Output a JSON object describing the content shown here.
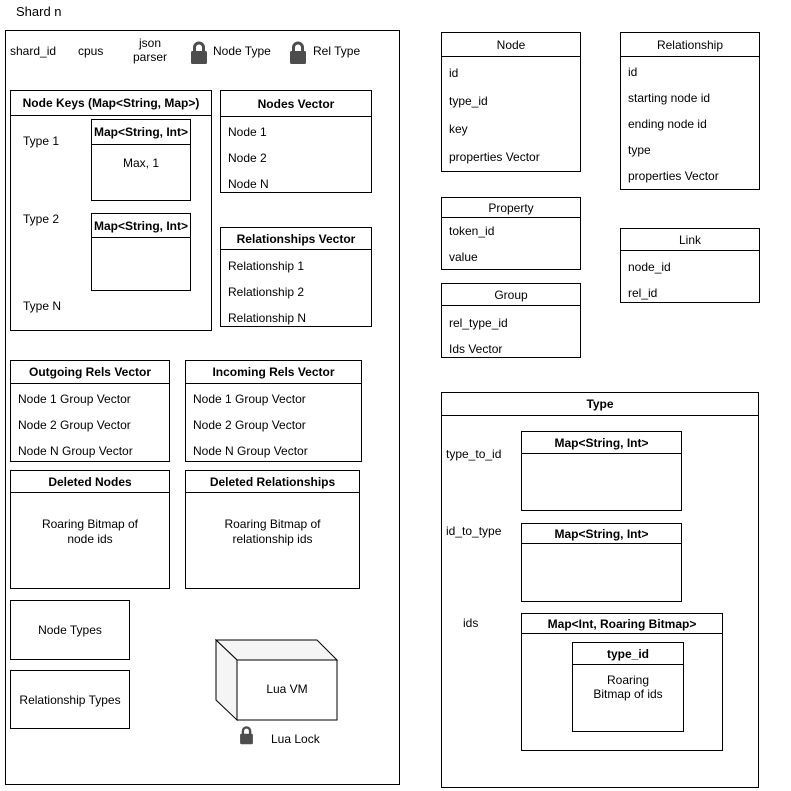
{
  "title": "Shard n",
  "colors": {
    "stroke": "#000000",
    "lock": "#4d4d4d",
    "cube_shade": "#f5f5f5"
  },
  "header": {
    "shard_id": "shard_id",
    "cpus": "cpus",
    "json_parser": "json\nparser",
    "node_type_label": "Node Type",
    "rel_type_label": "Rel Type"
  },
  "node_keys": {
    "title": "Node Keys (Map<String, Map>)",
    "type_1": "Type 1",
    "type_2": "Type 2",
    "type_n": "Type N",
    "map_1_title": "Map<String, Int>",
    "map_1_value": "Max, 1",
    "map_2_title": "Map<String, Int>"
  },
  "nodes_vector": {
    "title": "Nodes Vector",
    "items": [
      "Node 1",
      "Node 2",
      "Node N"
    ]
  },
  "relationships_vector": {
    "title": "Relationships Vector",
    "items": [
      "Relationship 1",
      "Relationship 2",
      "Relationship N"
    ]
  },
  "outgoing_rels": {
    "title": "Outgoing Rels Vector",
    "items": [
      "Node 1 Group Vector",
      "Node 2 Group Vector",
      "Node N Group Vector"
    ]
  },
  "incoming_rels": {
    "title": "Incoming Rels Vector",
    "items": [
      "Node 1 Group Vector",
      "Node 2 Group Vector",
      "Node N Group Vector"
    ]
  },
  "deleted_nodes": {
    "title": "Deleted Nodes",
    "body": "Roaring Bitmap of\nnode ids"
  },
  "deleted_relationships": {
    "title": "Deleted Relationships",
    "body": "Roaring Bitmap of\nrelationship ids"
  },
  "node_types": {
    "label": "Node Types"
  },
  "relationship_types": {
    "label": "Relationship Types"
  },
  "lua": {
    "vm_label": "Lua VM",
    "lock_label": "Lua Lock"
  },
  "node": {
    "title": "Node",
    "fields": [
      "id",
      "type_id",
      "key",
      "properties Vector"
    ]
  },
  "relationship": {
    "title": "Relationship",
    "fields": [
      "id",
      "starting node id",
      "ending node id",
      "type",
      "properties Vector"
    ]
  },
  "property": {
    "title": "Property",
    "fields": [
      "token_id",
      "value"
    ]
  },
  "group": {
    "title": "Group",
    "fields": [
      "rel_type_id",
      "Ids Vector"
    ]
  },
  "link": {
    "title": "Link",
    "fields": [
      "node_id",
      "rel_id"
    ]
  },
  "type": {
    "title": "Type",
    "type_to_id_label": "type_to_id",
    "id_to_type_label": "id_to_type",
    "ids_label": "ids",
    "type_to_id_map_title": "Map<String, Int>",
    "id_to_type_map_title": "Map<String, Int>",
    "ids_map_title": "Map<Int, Roaring Bitmap>",
    "type_id_title": "type_id",
    "type_id_body": "Roaring\nBitmap of ids"
  }
}
